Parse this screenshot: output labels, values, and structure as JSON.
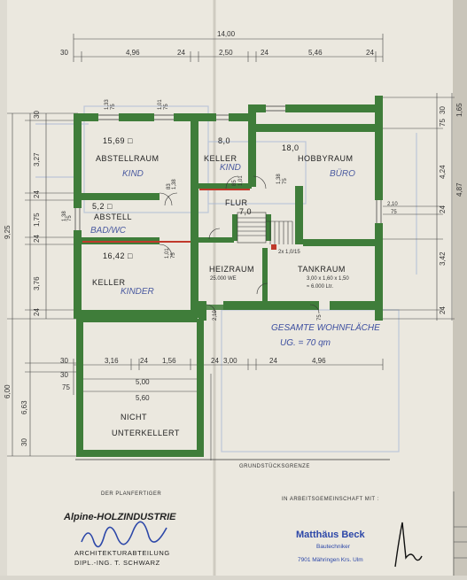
{
  "plan": {
    "total_width": "14,00",
    "top_dims": [
      "30",
      "4,96",
      "24",
      "2,50",
      "24",
      "5,46",
      "24"
    ],
    "left_dims": [
      "30",
      "3,27",
      "24",
      "1,75",
      "24",
      "3,76",
      "24",
      "9,25",
      "6,63",
      "30",
      "6,00"
    ],
    "right_dims": [
      "30",
      "75",
      "4,24",
      "24",
      "3,42",
      "24",
      "4,87",
      "1,65",
      "2,10",
      "75"
    ],
    "lower_dims": [
      "30",
      "3,16",
      "24",
      "1,56",
      "24",
      "3,00",
      "24",
      "4,96",
      "30",
      "5,00",
      "5,60",
      "75"
    ],
    "rooms": [
      {
        "area": "15,69 □",
        "name": "ABSTELLRAUM",
        "sub": "KIND"
      },
      {
        "area": "8,0",
        "name": "KELLER",
        "sub": "KIND"
      },
      {
        "area": "18,0",
        "name": "HOBBYRAUM",
        "sub": "BÜRO"
      },
      {
        "area": "5,2 □",
        "name": "ABSTELL",
        "sub": "BAD/WC"
      },
      {
        "area": "7,0",
        "name": "FLUR"
      },
      {
        "area": "16,42 □",
        "name": "KELLER",
        "sub": "KINDER"
      },
      {
        "name": "HEIZRAUM",
        "detail": "25.000 WE"
      },
      {
        "name": "TANKRAUM",
        "detail1": "3,00 x 1,60 x 1,50",
        "detail2": "≈ 6.000 Ltr."
      }
    ],
    "openings": [
      "1,33",
      "75",
      "1,01",
      "75",
      "83",
      "1,38",
      "85",
      "1,01",
      "1,38",
      "75",
      "1,38",
      "75",
      "1,01",
      "75",
      "2,10",
      "75"
    ],
    "flur_note": "2x 1,0/15",
    "not_basement": [
      "NICHT",
      "UNTERKELLERT"
    ],
    "note": [
      "GESAMTE WOHNFLÄCHE",
      "UG. = 70 qm"
    ],
    "boundary": "GRUNDSTÜCKSGRENZE"
  },
  "footer": {
    "planner_label": "DER PLANFERTIGER",
    "company_line1": "Alpine-HOLZINDUSTRIE",
    "company_line2": "ARCHITEKTURABTEILUNG",
    "company_line3": "DIPL.-ING. T. SCHWARZ",
    "cooperation_label": "IN ARBEITSGEMEINSCHAFT MIT :",
    "beck_name": "Matthäus Beck",
    "beck_title": "Bautechniker",
    "beck_address": "7901 Mähringen Krs. Ulm"
  },
  "colors": {
    "wall": "#3f7d3a",
    "paper": "#ebe8df",
    "ink": "#2a2a2a",
    "pencil_blue": "#4a5aa0",
    "stamp_blue": "#2c47a8",
    "red_line": "#c0392b"
  }
}
